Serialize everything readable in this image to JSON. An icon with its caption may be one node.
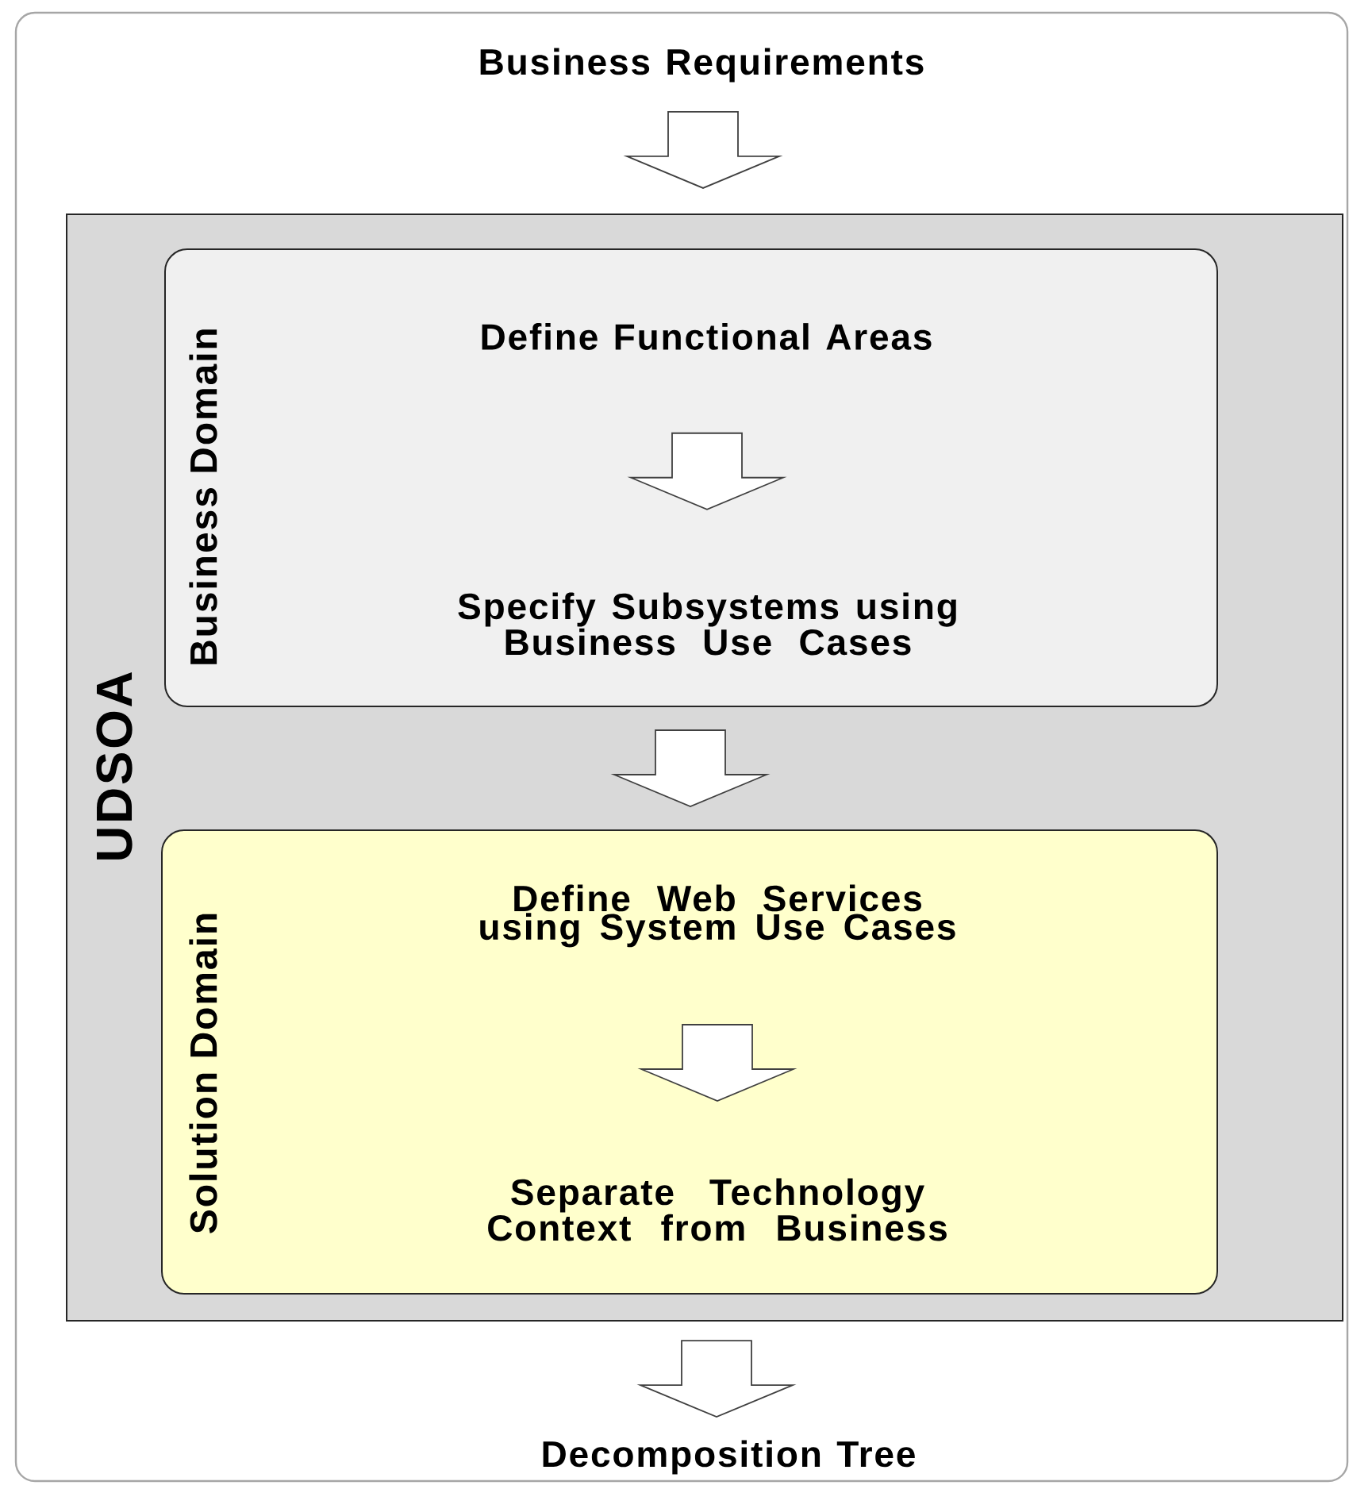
{
  "diagram": {
    "nodes": [
      {
        "text": [
          "Business Requirements"
        ]
      },
      {
        "text": [
          "UDSOA"
        ]
      },
      {
        "text": [
          "Business Domain"
        ],
        "in": 1
      },
      {
        "text": [
          "Define Functional Areas"
        ],
        "in": 2
      },
      {
        "text": [
          "Specify Subsystems using Business Use Cases"
        ],
        "in": 2
      },
      {
        "text": [
          "Solution Domain"
        ],
        "in": 1
      },
      {
        "text": [
          "Define Web Services using System Use Cases"
        ],
        "in": 5
      },
      {
        "text": [
          "Separate Technology Context from Business"
        ],
        "in": 5
      },
      {
        "text": [
          "Decomposition Tree"
        ]
      }
    ],
    "edges": [
      {
        "from": 0,
        "to": 1,
        "arrow": "to"
      },
      {
        "from": 3,
        "to": 4,
        "arrow": "to"
      },
      {
        "from": 2,
        "to": 5,
        "arrow": "to"
      },
      {
        "from": 6,
        "to": 7,
        "arrow": "to"
      },
      {
        "from": 1,
        "to": 8,
        "arrow": "to"
      }
    ]
  }
}
